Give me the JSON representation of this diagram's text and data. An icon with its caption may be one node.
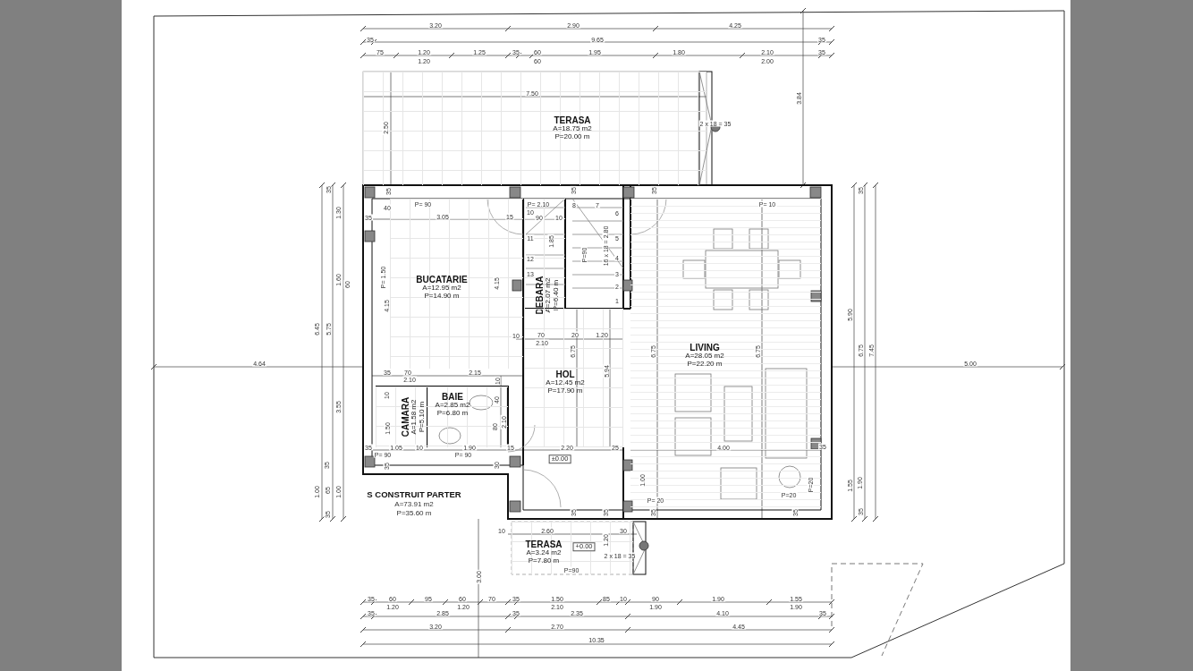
{
  "diagram": {
    "nodes": [
      {
        "text": [
          "TERASA",
          "A=18.75 m2",
          "P=20.00 m"
        ]
      },
      {
        "text": [
          "BUCATARIE",
          "A=12.95 m2",
          "P=14.90 m"
        ]
      },
      {
        "text": [
          "DEBARA",
          "A=2.07 m2",
          "P=6.40 m"
        ]
      },
      {
        "text": [
          "HOL",
          "A=12.45 m2",
          "P=17.90 m"
        ]
      },
      {
        "text": [
          "CAMARA",
          "A=1.58 m2",
          "P=5.10 m"
        ]
      },
      {
        "text": [
          "BAIE",
          "A=2.85 m2",
          "P=6.80 m"
        ]
      },
      {
        "text": [
          "LIVING",
          "A=28.05 m2",
          "P=22.20 m"
        ]
      },
      {
        "text": [
          "TERASA",
          "A=3.24 m2",
          "P=7.80 m"
        ]
      }
    ],
    "labels": [
      "3.20",
      "2.90",
      "4.25",
      "35",
      "9.65",
      "35",
      "75",
      "1.20",
      "1.25",
      "35",
      "60",
      "1.95",
      "1.80",
      "2.10",
      "35",
      "1.20",
      "60",
      "2.00",
      "7.50",
      "3.84",
      "2 x 18 = 35",
      "2.50",
      "35",
      "35",
      "35",
      "35",
      "35",
      "P= 90",
      "P= 2.10",
      "P= 10",
      "40",
      "8",
      "7",
      "1.30",
      "10",
      "6",
      "35",
      "3.05",
      "15",
      "90",
      "10",
      "11",
      "5",
      "1.85",
      "16 x 18 = 2.80",
      "P=90",
      "12",
      "4",
      "13",
      "3",
      "P= 1.50",
      "1.60",
      "60",
      "4.15",
      "2",
      "1",
      "4.15",
      "5.90",
      "6.45",
      "5.75",
      "10",
      "70",
      "20",
      "1.20",
      "2.10",
      "6.75",
      "6.75",
      "6.75",
      "6.75",
      "7.45",
      "4.64",
      "5.00",
      "5.94",
      "35",
      "70",
      "2.15",
      "2.10",
      "10",
      "10",
      "40",
      "3.55",
      "2.10",
      "80",
      "1.50",
      "35",
      "1.05",
      "10",
      "1.90",
      "15",
      "2.20",
      "25",
      "4.00",
      "35",
      "P= 90",
      "P= 90",
      "±0.00",
      "35",
      "35",
      "30",
      "1.00",
      "P=20",
      "1.55",
      "1.90",
      "1.00",
      "65",
      "1.00",
      "S CONSTRUIT PARTER",
      "P=20",
      "P= 20",
      "A=73.91 m2",
      "P=35.60 m",
      "35",
      "35",
      "35",
      "35",
      "35",
      "35",
      "10",
      "2.60",
      "30",
      "1.20",
      "+0.00",
      "2 x 18 = 35",
      "P=90",
      "3.00",
      "35",
      "60",
      "95",
      "60",
      "70",
      "35",
      "1.50",
      "85",
      "10",
      "90",
      "1.90",
      "1.55",
      "1.20",
      "1.20",
      "2.10",
      "1.90",
      "1.90",
      "35",
      "2.85",
      "35",
      "2.35",
      "4.10",
      "35",
      "3.20",
      "2.70",
      "4.45",
      "10.35"
    ]
  }
}
